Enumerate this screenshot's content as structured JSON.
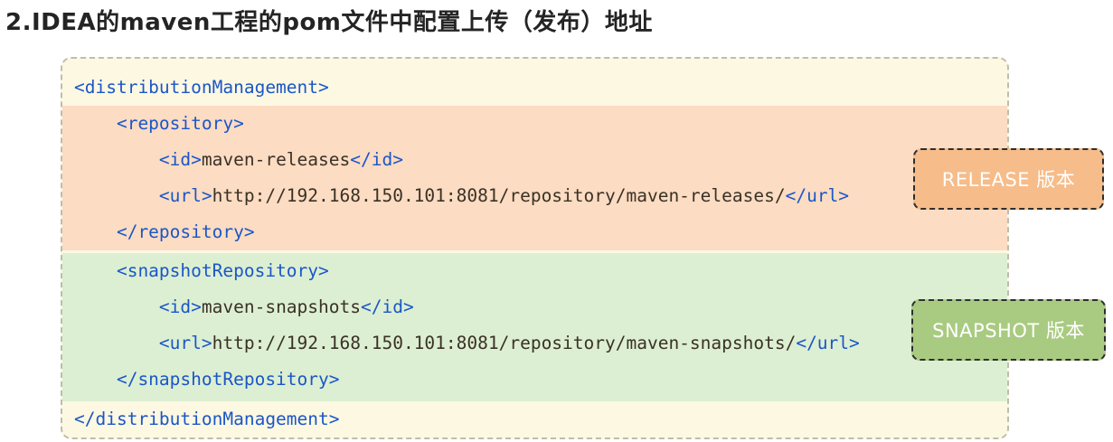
{
  "title": "2.IDEA的maven工程的pom文件中配置上传（发布）地址",
  "colors": {
    "card_bg": "#fdf8e2",
    "card_border": "#bdbdb2",
    "tag": "#1b56c8",
    "code_text": "#3a3126",
    "release_section_bg": "#fcdcc2",
    "snapshot_section_bg": "#dcefd2",
    "release_badge_bg": "#f6bc89",
    "snapshot_badge_bg": "#a9cb81",
    "badge_text": "#ffffff"
  },
  "code": {
    "language": "xml",
    "sections": [
      {
        "name": "distribution-management-open",
        "bg": "",
        "lines": [
          [
            {
              "k": "tag",
              "t": "<distributionManagement>"
            }
          ]
        ]
      },
      {
        "name": "release-repository",
        "bg": "#fcdcc2",
        "lines": [
          [
            {
              "k": "tag",
              "t": "    <repository>"
            }
          ],
          [
            {
              "k": "tag",
              "t": "        <id>"
            },
            {
              "k": "text",
              "t": "maven-releases"
            },
            {
              "k": "tag",
              "t": "</id>"
            }
          ],
          [
            {
              "k": "tag",
              "t": "        <url>"
            },
            {
              "k": "text",
              "t": "http://192.168.150.101:8081/repository/maven-releases/"
            },
            {
              "k": "tag",
              "t": "</url>"
            }
          ],
          [
            {
              "k": "tag",
              "t": "    </repository>"
            }
          ]
        ]
      },
      {
        "name": "snapshot-repository",
        "bg": "#dcefd2",
        "lines": [
          [
            {
              "k": "tag",
              "t": "    <snapshotRepository>"
            }
          ],
          [
            {
              "k": "tag",
              "t": "        <id>"
            },
            {
              "k": "text",
              "t": "maven-snapshots"
            },
            {
              "k": "tag",
              "t": "</id>"
            }
          ],
          [
            {
              "k": "tag",
              "t": "        <url>"
            },
            {
              "k": "text",
              "t": "http://192.168.150.101:8081/repository/maven-snapshots/"
            },
            {
              "k": "tag",
              "t": "</url>"
            }
          ],
          [
            {
              "k": "tag",
              "t": "    </snapshotRepository>"
            }
          ]
        ]
      },
      {
        "name": "distribution-management-close",
        "bg": "",
        "lines": [
          [
            {
              "k": "tag",
              "t": "</distributionManagement>"
            }
          ]
        ]
      }
    ]
  },
  "badges": {
    "release": {
      "label": "RELEASE 版本"
    },
    "snapshot": {
      "label": "SNAPSHOT 版本"
    }
  }
}
